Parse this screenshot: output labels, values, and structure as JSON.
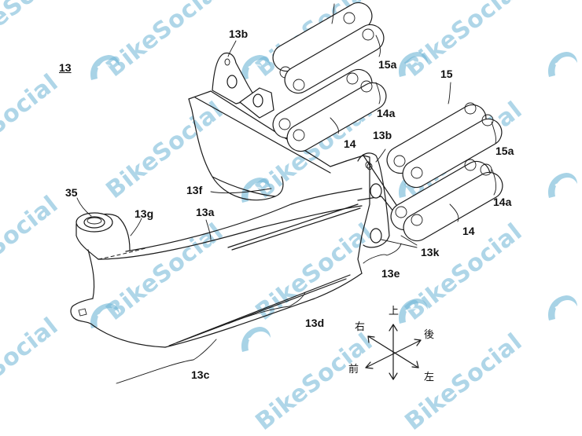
{
  "figure": {
    "number_label": "13",
    "description": "Patent drawing of motorcycle swing arm / frame member with link plates"
  },
  "references": [
    {
      "id": "13b-top",
      "text": "13b"
    },
    {
      "id": "15a-top",
      "text": "15a"
    },
    {
      "id": "15",
      "text": "15"
    },
    {
      "id": "14a-top",
      "text": "14a"
    },
    {
      "id": "14-top",
      "text": "14"
    },
    {
      "id": "13b-mid",
      "text": "13b"
    },
    {
      "id": "15a-right",
      "text": "15a"
    },
    {
      "id": "14a-right",
      "text": "14a"
    },
    {
      "id": "14-right",
      "text": "14"
    },
    {
      "id": "35",
      "text": "35"
    },
    {
      "id": "13f",
      "text": "13f"
    },
    {
      "id": "13g",
      "text": "13g"
    },
    {
      "id": "13a",
      "text": "13a"
    },
    {
      "id": "13k",
      "text": "13k"
    },
    {
      "id": "13e",
      "text": "13e"
    },
    {
      "id": "13d",
      "text": "13d"
    },
    {
      "id": "13c",
      "text": "13c"
    }
  ],
  "compass": {
    "up": "上",
    "right": "右",
    "rear": "後",
    "front": "前",
    "left": "左"
  },
  "watermark": {
    "text": "BikeSocial",
    "color": "#6fb6d6",
    "icon": "bikesocial-swoosh-logo"
  }
}
